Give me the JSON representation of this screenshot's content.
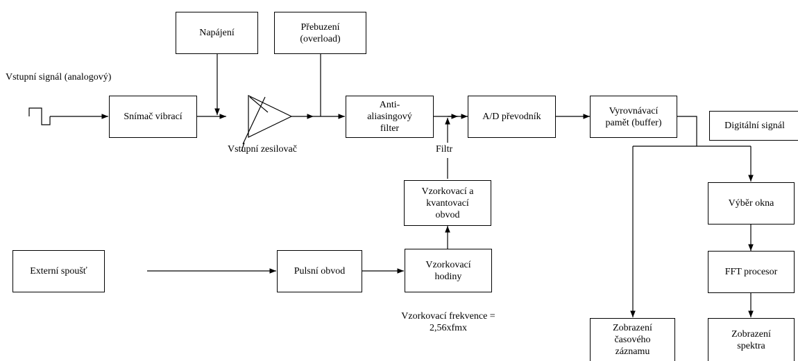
{
  "boxes": {
    "napajeni": "Napájení",
    "prebuzeni": "Přebuzení\n(overload)",
    "snimac": "Snímač vibrací",
    "antialiasing": "Anti-\naliasingový\nfilter",
    "ad": "A/D převodník",
    "buffer": "Vyrovnávací\npamět (buffer)",
    "digital": "Digitální signál",
    "vzork_kvant": "Vzorkovací a\nkvantovací\nobvod",
    "okno": "Výběr okna",
    "externi": "Externí spoušť",
    "pulsni": "Pulsní obvod",
    "hodiny": "Vzorkovací\nhodiny",
    "fft": "FFT procesor",
    "casovy": "Zobrazení\nčasového\nzáznamu",
    "spektrum": "Zobrazení\nspektra"
  },
  "labels": {
    "vstupni_signal": "Vstupní signál (analogový)",
    "zesilovac": "Vstupní zesilovač",
    "filtr": "Filtr",
    "frekvence": "Vzorkovací frekvence =\n2,56xfmx"
  }
}
